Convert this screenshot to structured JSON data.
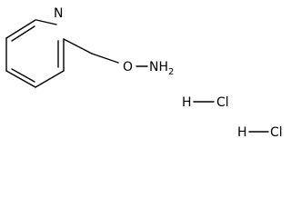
{
  "molecule": {
    "ring_nitrogen": "N",
    "oxygen": "O",
    "amine": "NH",
    "amine_subscript": "2"
  },
  "salts": [
    {
      "h": "H",
      "cl": "Cl"
    },
    {
      "h": "H",
      "cl": "Cl"
    }
  ]
}
